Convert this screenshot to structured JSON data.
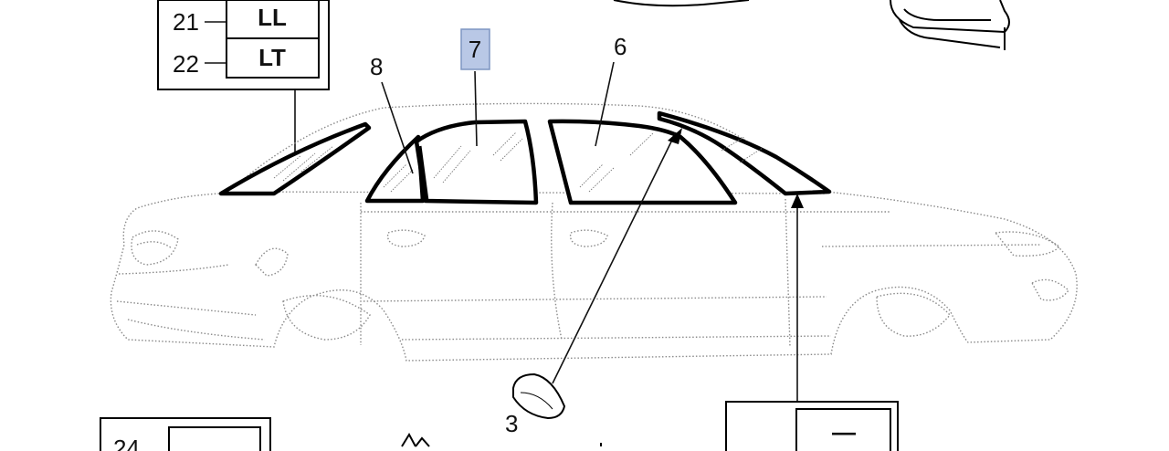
{
  "callouts": {
    "c21": "21",
    "c22": "22",
    "c8": "8",
    "c7": "7",
    "c6": "6",
    "c3": "3",
    "c24": "24"
  },
  "codes": {
    "ll": "LL",
    "lt": "LT",
    "dash": "—"
  },
  "highlight": {
    "callout": "7",
    "fill": "#b9c8e6",
    "stroke": "#7e95c2"
  }
}
